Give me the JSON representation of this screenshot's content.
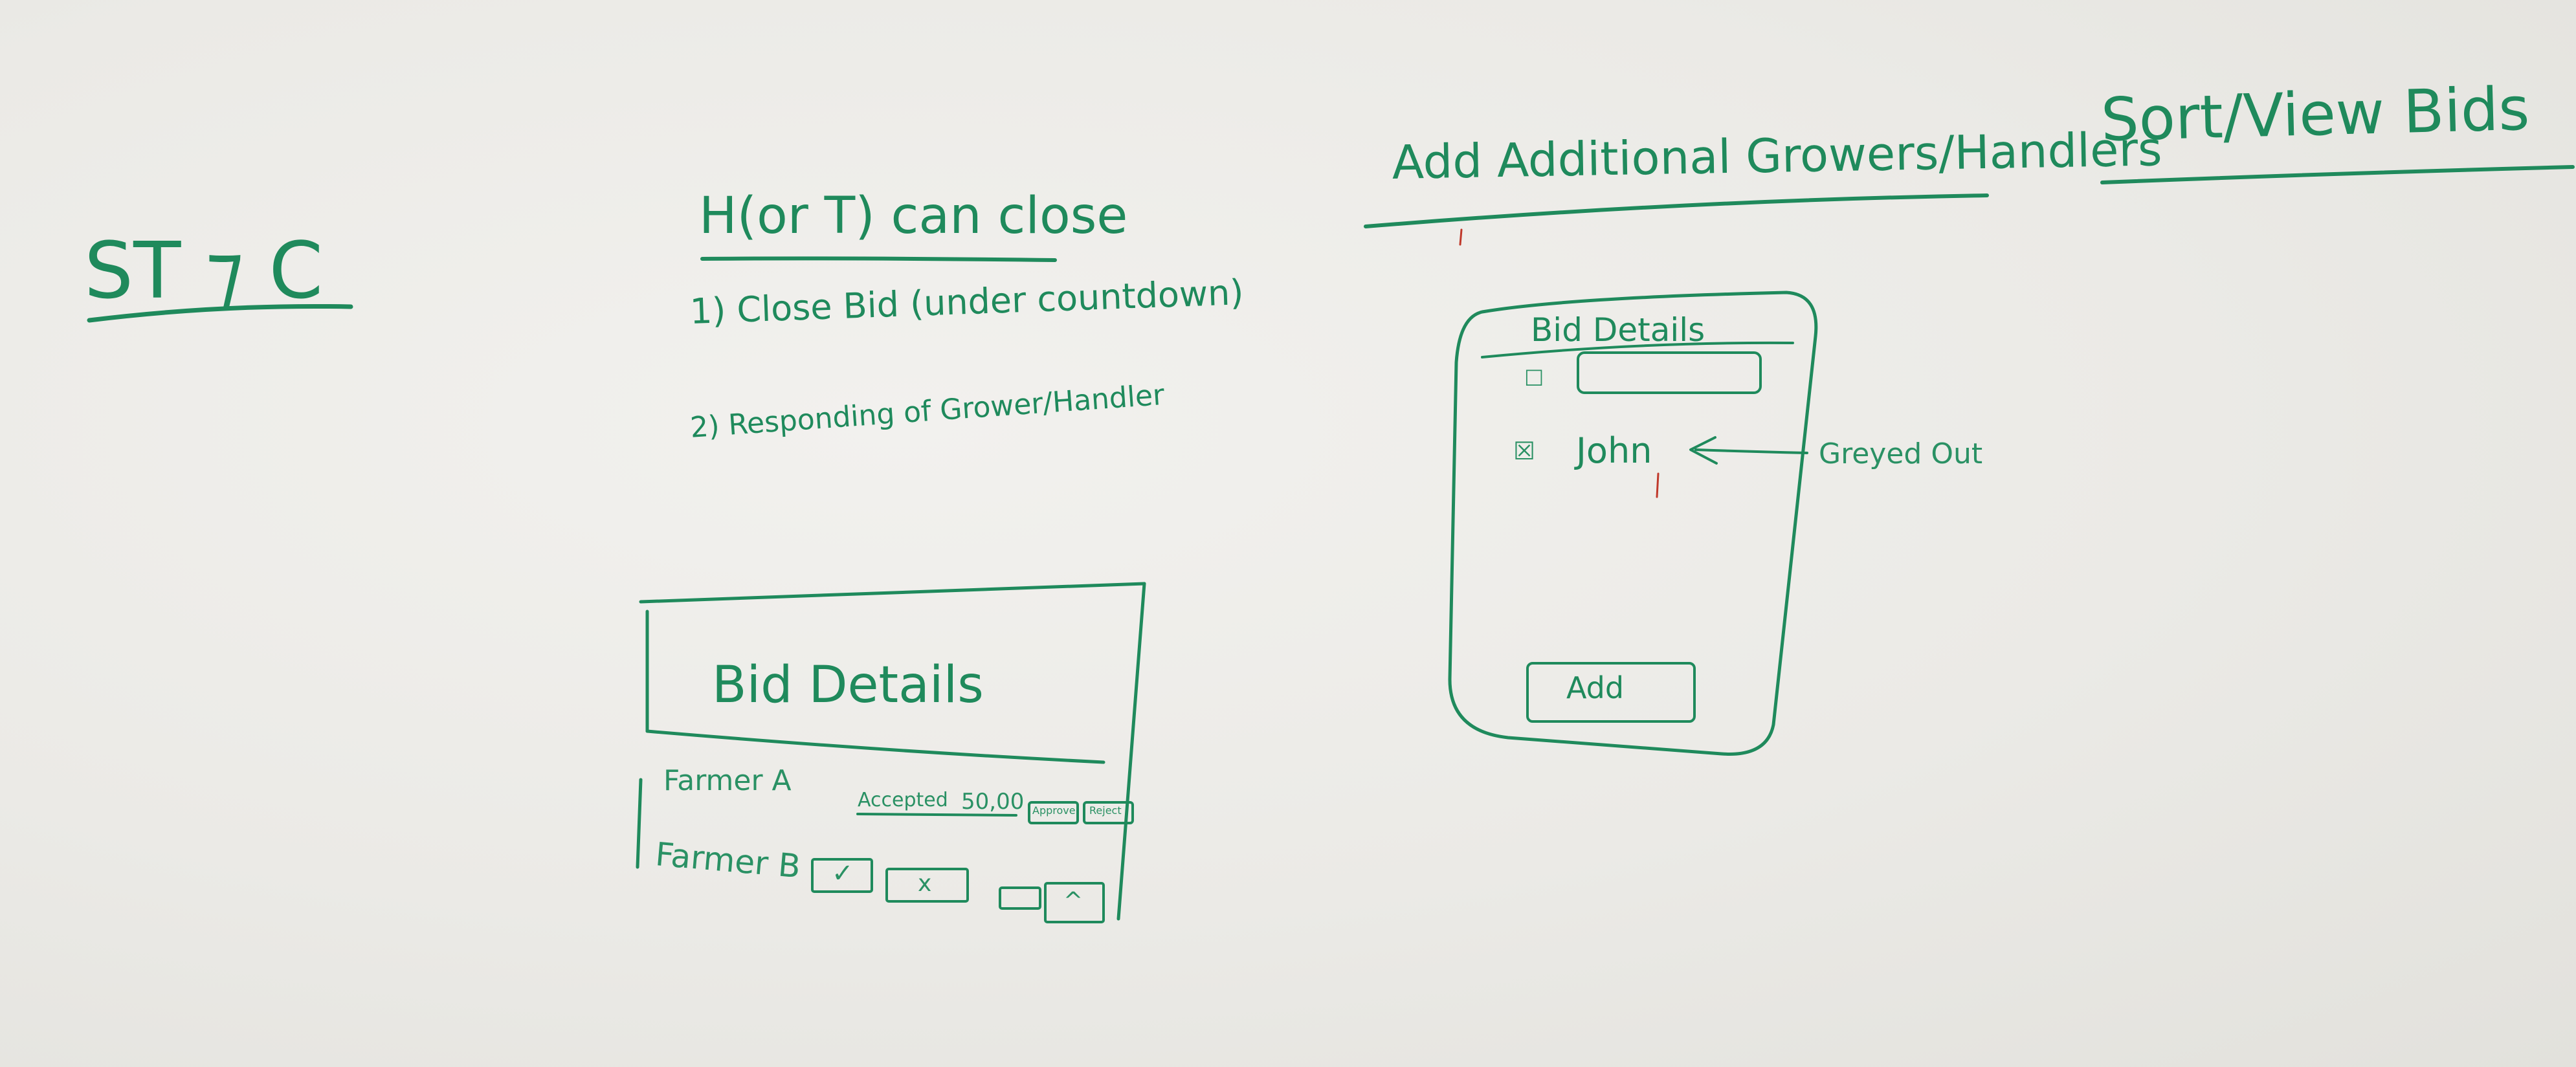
{
  "colors": {
    "ink": "#1f8a5c",
    "board": "#ebeae6",
    "red_mark": "#c0392b"
  },
  "headings": {
    "st_c": "ST ⁊ C",
    "h_can_close": "H(or T) can close",
    "add_growers": "Add Additional Growers/Handlers",
    "sort_view": "Sort/View Bids"
  },
  "list": {
    "item1": "1) Close Bid (under countdown)",
    "item2": "2) Responding of Grower/Handler"
  },
  "left_sketch": {
    "title": "Bid Details",
    "row_a": {
      "label": "Farmer A",
      "status": "Accepted",
      "amount": "50,00",
      "approve": "Approve",
      "reject": "Reject"
    },
    "row_b": {
      "label": "Farmer B",
      "check": "✓",
      "cross": "x",
      "extra": "^"
    }
  },
  "right_sketch": {
    "title": "Bid Details",
    "checkbox_empty": "□",
    "checkbox_checked": "☒",
    "name": "John",
    "annotation": "Greyed Out",
    "add_button": "Add"
  }
}
